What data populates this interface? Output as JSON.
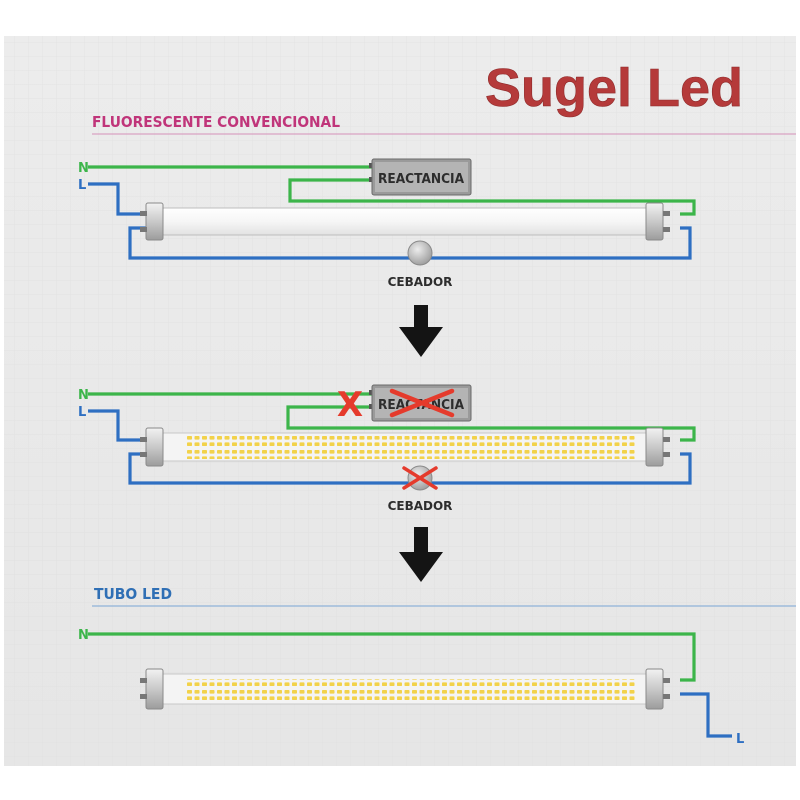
{
  "brand": {
    "text": "Sugel Led",
    "color": "#b53a3a"
  },
  "sections": {
    "conventional": {
      "title": "FLUORESCENTE CONVENCIONAL",
      "color": "#c0357a"
    },
    "led": {
      "title": "TUBO LED",
      "color": "#2f6fb5"
    }
  },
  "wires": {
    "neutral_label": "N",
    "line_label": "L",
    "neutral_color": "#3cb54a",
    "line_color": "#2e6fc2"
  },
  "components": {
    "ballast": "REACTANCIA",
    "ballast_removed": "REACTANCIA",
    "starter": "CEBADOR",
    "starter_removed": "CEBADOR"
  },
  "marks": {
    "remove_symbol": "X",
    "remove_color": "#e53b2c"
  },
  "icons": {
    "step_arrow": "arrow-down-icon"
  }
}
